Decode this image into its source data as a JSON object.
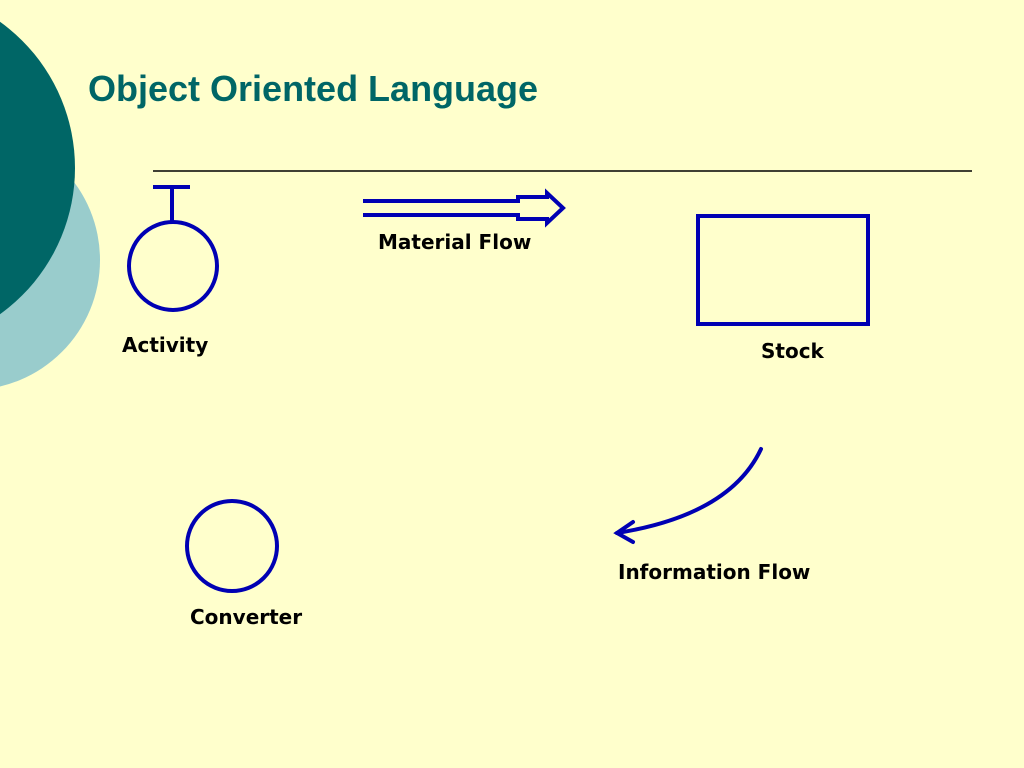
{
  "slide": {
    "title": "Object Oriented Language"
  },
  "symbols": {
    "activity": {
      "label": "Activity"
    },
    "material_flow": {
      "label": "Material Flow"
    },
    "stock": {
      "label": "Stock"
    },
    "information_flow": {
      "label": "Information Flow"
    },
    "converter": {
      "label": "Converter"
    }
  },
  "colors": {
    "background": "#FFFFCC",
    "title": "#006666",
    "deco_dark": "#006666",
    "deco_light": "#99CCCC",
    "symbol_stroke": "#0000B3",
    "divider": "#000000"
  }
}
